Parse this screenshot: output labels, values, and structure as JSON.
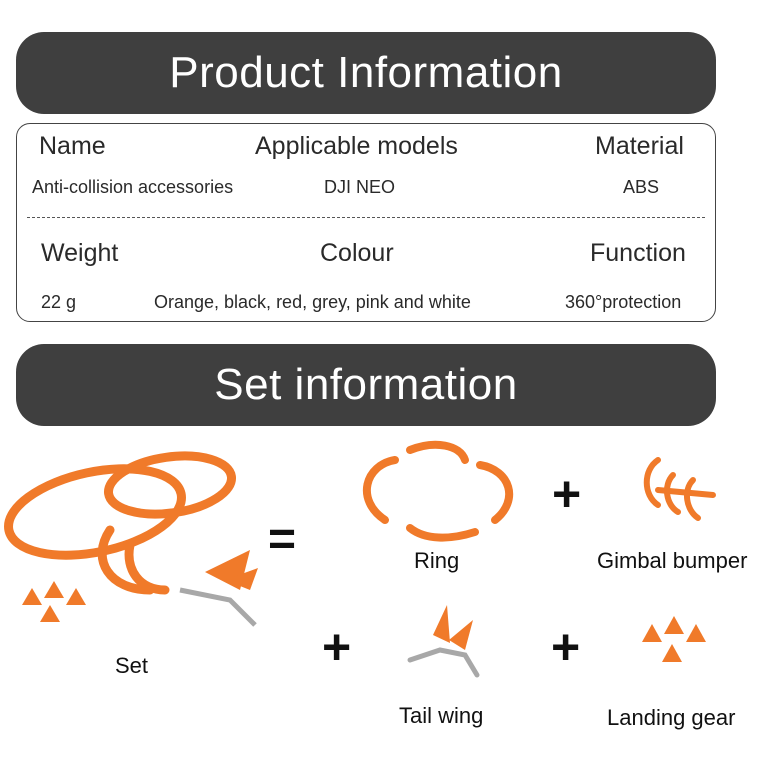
{
  "product_info": {
    "title": "Product Information",
    "row1": {
      "headers": [
        "Name",
        "Applicable models",
        "Material"
      ],
      "values": [
        "Anti-collision accessories",
        "DJI NEO",
        "ABS"
      ]
    },
    "row2": {
      "headers": [
        "Weight",
        "Colour",
        "Function"
      ],
      "values": [
        "22 g",
        "Orange, black, red, grey, pink and white",
        "360°protection"
      ]
    }
  },
  "set_info": {
    "title": "Set information",
    "items": {
      "set": "Set",
      "ring": "Ring",
      "gimbal": "Gimbal bumper",
      "tail": "Tail wing",
      "landing": "Landing gear"
    },
    "operators": {
      "equals": "=",
      "plus": "+"
    }
  },
  "colors": {
    "banner": "#3f3f3f",
    "part_orange": "#f07a2a",
    "metal_grey": "#a8a8a8"
  }
}
